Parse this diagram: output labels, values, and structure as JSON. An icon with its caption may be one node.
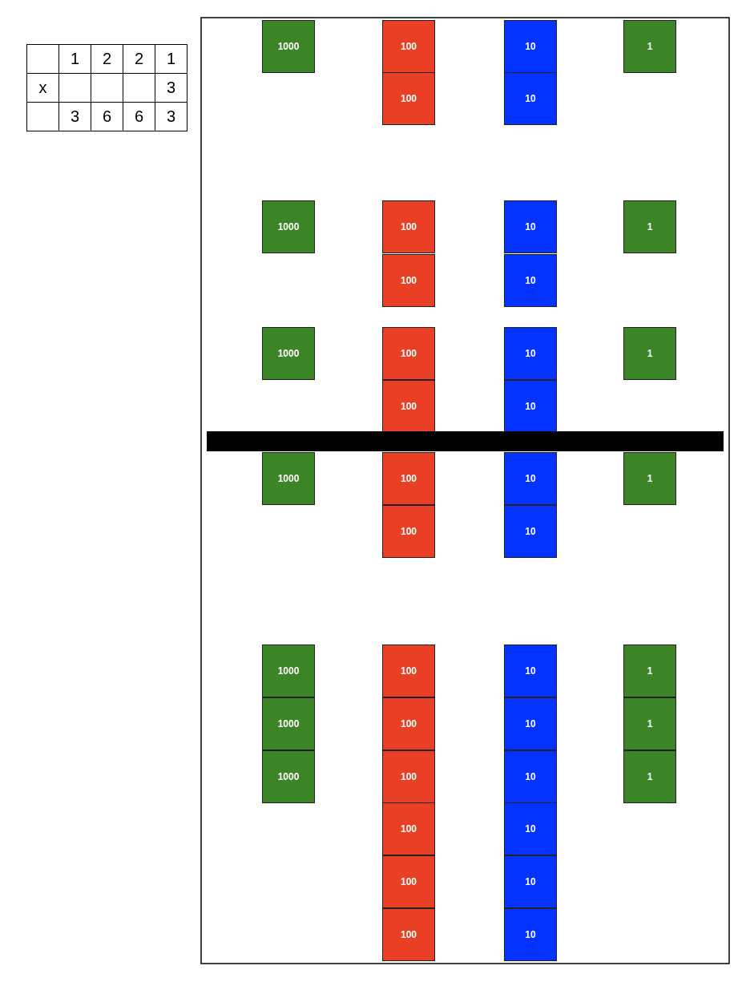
{
  "diagram": {
    "nodes": [
      {
        "text": [
          "1000"
        ]
      },
      {
        "text": [
          "100"
        ]
      },
      {
        "text": [
          "10"
        ]
      },
      {
        "text": [
          "1"
        ]
      },
      {
        "text": [
          "100"
        ]
      },
      {
        "text": [
          "10"
        ]
      },
      {
        "text": [
          "1000"
        ]
      },
      {
        "text": [
          "100"
        ]
      },
      {
        "text": [
          "10"
        ]
      },
      {
        "text": [
          "1"
        ]
      },
      {
        "text": [
          "100"
        ]
      },
      {
        "text": [
          "10"
        ]
      },
      {
        "text": [
          "1000"
        ]
      },
      {
        "text": [
          "100"
        ]
      },
      {
        "text": [
          "10"
        ]
      },
      {
        "text": [
          "1"
        ]
      },
      {
        "text": [
          "100"
        ]
      },
      {
        "text": [
          "10"
        ]
      },
      {
        "text": [],
        "shape": "bar"
      },
      {
        "text": [
          "1000"
        ]
      },
      {
        "text": [
          "100"
        ]
      },
      {
        "text": [
          "10"
        ]
      },
      {
        "text": [
          "1"
        ]
      },
      {
        "text": [
          "100"
        ]
      },
      {
        "text": [
          "10"
        ]
      },
      {
        "text": [
          "1000"
        ]
      },
      {
        "text": [
          "100"
        ]
      },
      {
        "text": [
          "10"
        ]
      },
      {
        "text": [
          "1"
        ]
      },
      {
        "text": [
          "1000"
        ]
      },
      {
        "text": [
          "100"
        ]
      },
      {
        "text": [
          "10"
        ]
      },
      {
        "text": [
          "1"
        ]
      },
      {
        "text": [
          "1000"
        ]
      },
      {
        "text": [
          "100"
        ]
      },
      {
        "text": [
          "10"
        ]
      },
      {
        "text": [
          "1"
        ]
      },
      {
        "text": [
          "100"
        ]
      },
      {
        "text": [
          "10"
        ]
      },
      {
        "text": [
          "100"
        ]
      },
      {
        "text": [
          "10"
        ]
      },
      {
        "text": [
          "100"
        ]
      },
      {
        "text": [
          "10"
        ]
      }
    ],
    "labels": [
      "1",
      "2",
      "2",
      "1",
      "x",
      "3",
      "3",
      "6",
      "6",
      "3"
    ]
  }
}
